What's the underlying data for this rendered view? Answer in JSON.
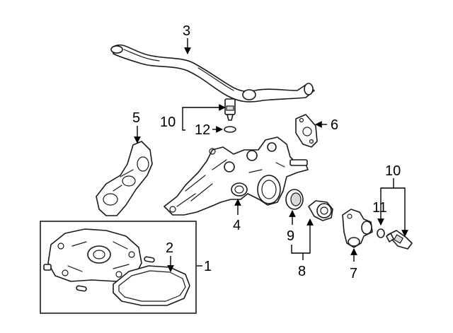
{
  "callouts": {
    "c1": "1",
    "c2": "2",
    "c3": "3",
    "c4": "4",
    "c5": "5",
    "c6": "6",
    "c7": "7",
    "c8": "8",
    "c9": "9",
    "c10_top": "10",
    "c10_right": "10",
    "c11": "11",
    "c12": "12"
  }
}
